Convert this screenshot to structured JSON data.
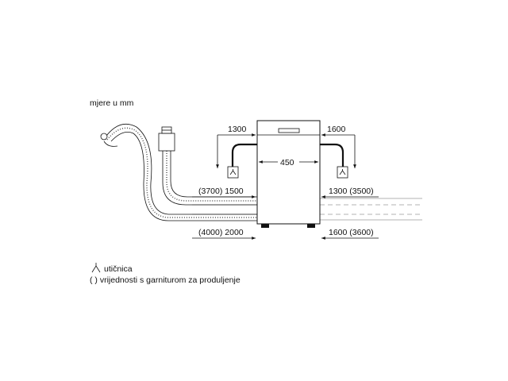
{
  "units_note": "mjere u mm",
  "legend": {
    "socket_label": "utičnica",
    "extension_note": "( ) vrijednosti s garniturom za produljenje"
  },
  "dimensions": {
    "width": "450",
    "left_top": "1300",
    "right_top": "1600",
    "left_drain": "(3700) 1500",
    "right_drain": "1300 (3500)",
    "left_water": "(4000) 2000",
    "right_water": "1600 (3600)"
  }
}
